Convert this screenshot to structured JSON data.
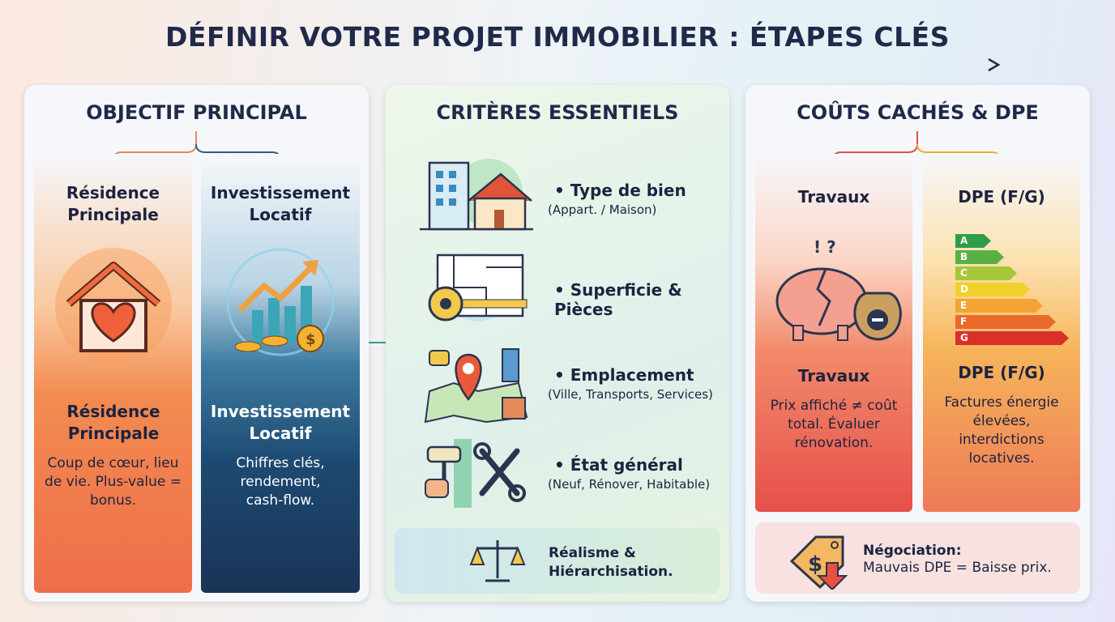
{
  "title": "DÉFINIR VOTRE PROJET IMMOBILIER : ÉTAPES CLÉS",
  "objectif": {
    "heading": "OBJECTIF PRINCIPAL",
    "residence": {
      "label_top": "Résidence Principale",
      "title": "Résidence Principale",
      "desc": "Coup de cœur, lieu de vie. Plus-value = bonus.",
      "icon": "house-heart-icon",
      "color": "#f07a45"
    },
    "investissement": {
      "label_top": "Investissement Locatif",
      "title": "Investissement Locatif",
      "desc": "Chiffres clés, rendement, cash-flow.",
      "icon": "growth-chart-coins-icon",
      "color": "#1d3d66"
    }
  },
  "criteres": {
    "heading": "CRITÈRES ESSENTIELS",
    "items": [
      {
        "title": "• Type de bien",
        "sub": "(Appart. / Maison)",
        "icon": "building-house-icon"
      },
      {
        "title": "• Superficie & Pièces",
        "sub": "",
        "icon": "floorplan-tape-icon"
      },
      {
        "title": "• Emplacement",
        "sub": "(Ville, Transports, Services)",
        "icon": "map-pin-icon"
      },
      {
        "title": "• État général",
        "sub": "(Neuf, Rénover, Habitable)",
        "icon": "tools-icon"
      }
    ],
    "footer": "Réalisme & Hiérarchisation.",
    "footer_icon": "scales-icon"
  },
  "couts": {
    "heading": "COÛTS CACHÉS & DPE",
    "travaux": {
      "label_top": "Travaux",
      "title": "Travaux",
      "desc": "Prix affiché ≠ coût total. Évaluer rénovation.",
      "icon": "broken-piggy-bank-icon"
    },
    "dpe": {
      "label_top": "DPE (F/G)",
      "title": "DPE (F/G)",
      "desc": "Factures énergie élevées, interdictions locatives.",
      "icon": "energy-label-icon",
      "grades": [
        "A",
        "B",
        "C",
        "D",
        "E",
        "F",
        "G"
      ],
      "grade_colors": [
        "#2e9d4a",
        "#58b144",
        "#a5c83a",
        "#f2d02b",
        "#f3a432",
        "#ea6a2c",
        "#d9302b"
      ]
    },
    "negociation": {
      "title": "Négociation:",
      "desc": "Mauvais DPE = Baisse prix.",
      "icon": "price-tag-down-icon"
    }
  }
}
